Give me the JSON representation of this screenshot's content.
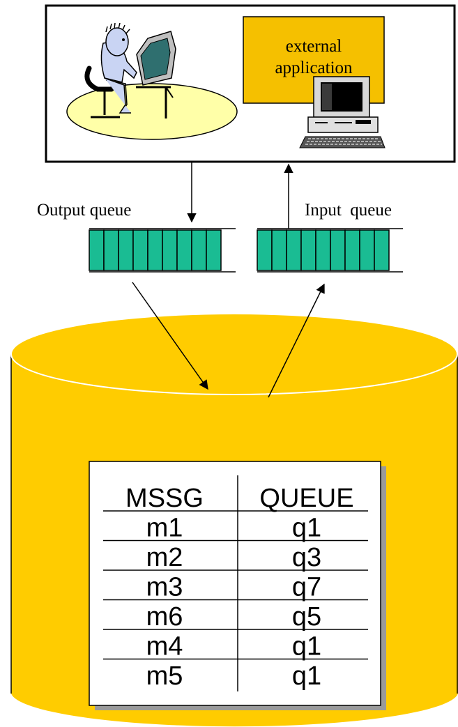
{
  "external_app": {
    "line1": "external",
    "line2": "application"
  },
  "queues": {
    "output_label": "Output queue",
    "input_label": "Input  queue"
  },
  "table": {
    "headers": [
      "MSSG",
      "QUEUE"
    ],
    "rows": [
      [
        "m1",
        "q1"
      ],
      [
        "m2",
        "q3"
      ],
      [
        "m3",
        "q7"
      ],
      [
        "m6",
        "q5"
      ],
      [
        "m4",
        "q1"
      ],
      [
        "m5",
        "q1"
      ]
    ]
  },
  "colors": {
    "db_yellow": "#FFCC00",
    "app_box": "#F5C000",
    "queue_cell": "#1ABC93",
    "user_ellipse": "#FFFFA8"
  }
}
